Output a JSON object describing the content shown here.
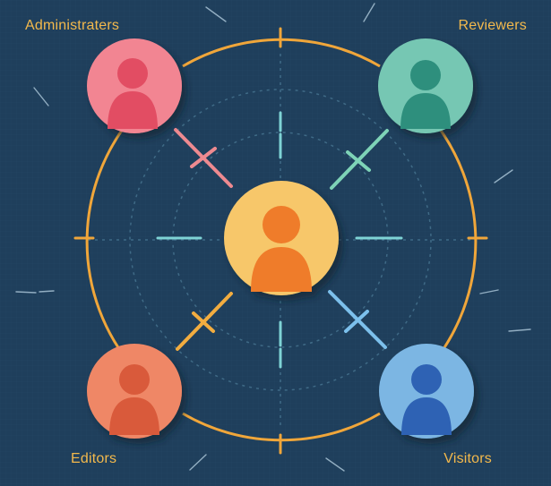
{
  "roles": {
    "administrators": {
      "label": "Administraters",
      "color": "#e24d63",
      "ring": "#f28592"
    },
    "reviewers": {
      "label": "Reviewers",
      "color": "#2e8f7d",
      "ring": "#76c7b3"
    },
    "editors": {
      "label": "Editors",
      "color": "#d95a3a",
      "ring": "#ef8766"
    },
    "visitors": {
      "label": "Visitors",
      "color": "#2e62b4",
      "ring": "#7cb6e3"
    },
    "center": {
      "color": "#ef7c2a",
      "ring": "#f7c76b"
    }
  },
  "colors": {
    "background": "#1f3f5c",
    "orbit": "#f0a63a",
    "label": "#f3b94c",
    "connector_admin": "#ee8a90",
    "connector_reviewer": "#7ed3b7",
    "connector_editor": "#f2ad40",
    "connector_visitor": "#7cc0ec",
    "spoke": "#7ed3d5"
  },
  "icons": [
    "person-icon"
  ]
}
